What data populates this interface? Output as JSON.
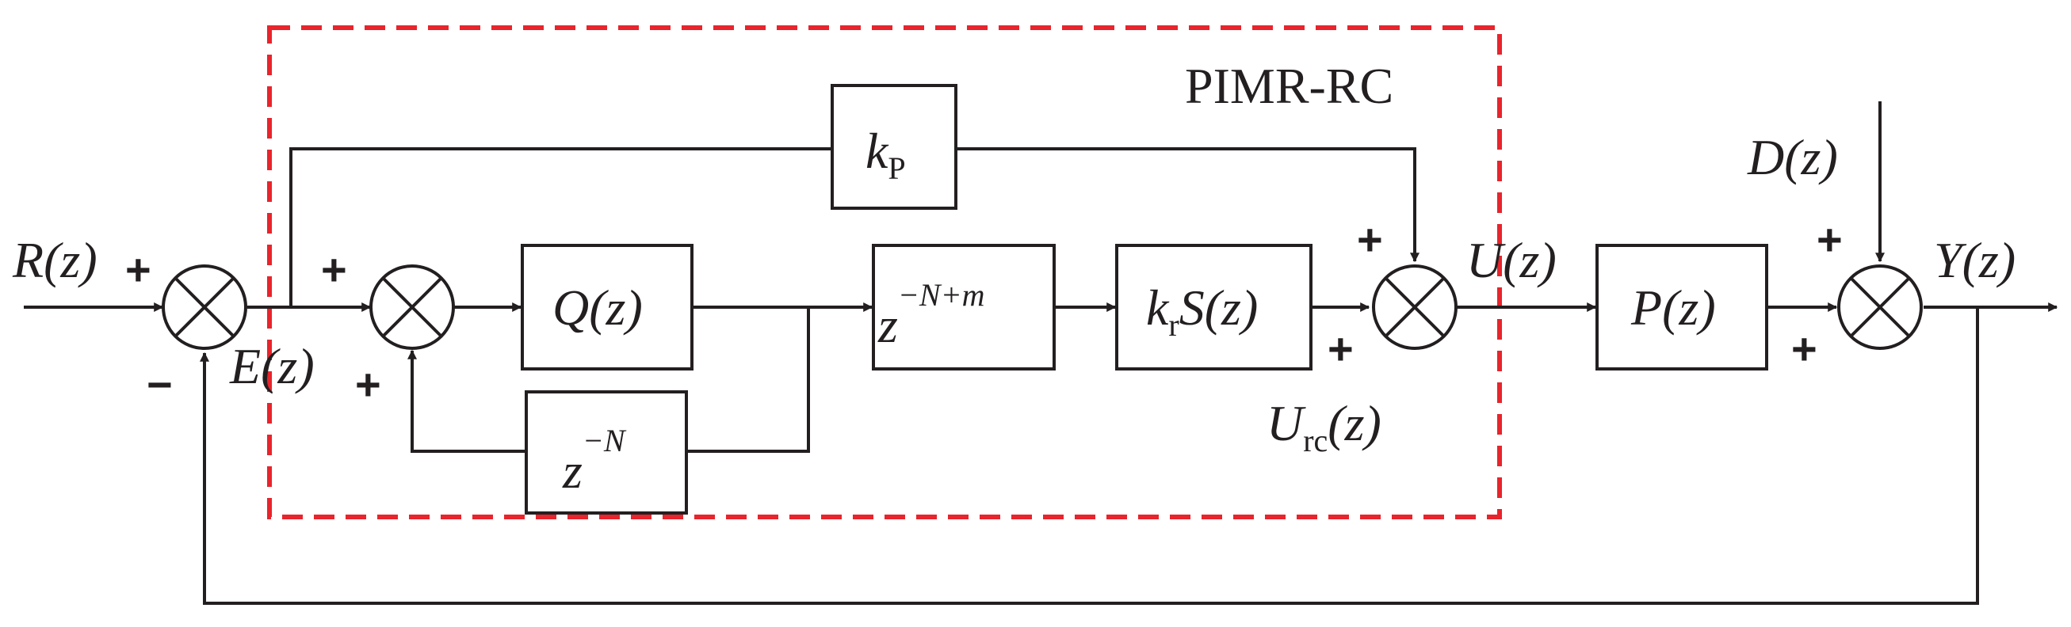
{
  "region": {
    "label": "PIMR-RC",
    "color": "#e8242c"
  },
  "signals": {
    "reference": "R(z)",
    "error": "E(z)",
    "control": "U(z)",
    "rc_output": {
      "base": "U",
      "sub": "rc",
      "tail": "(z)"
    },
    "disturbance": "D(z)",
    "output": "Y(z)"
  },
  "blocks": {
    "kp": {
      "base": "k",
      "sub": "P"
    },
    "q": "Q(z)",
    "delay_fwd": {
      "base": "z",
      "sup": "−N+m"
    },
    "krs": {
      "base": "k",
      "sub": "r",
      "tail": "S(z)"
    },
    "delay_back": {
      "base": "z",
      "sup": "−N"
    },
    "plant": "P(z)"
  },
  "signs": {
    "s1_in": "+",
    "s1_fb": "−",
    "s2_in": "+",
    "s2_fb": "+",
    "s3_kp": "+",
    "s3_rc": "+",
    "s4_d": "+",
    "s4_p": "+"
  }
}
